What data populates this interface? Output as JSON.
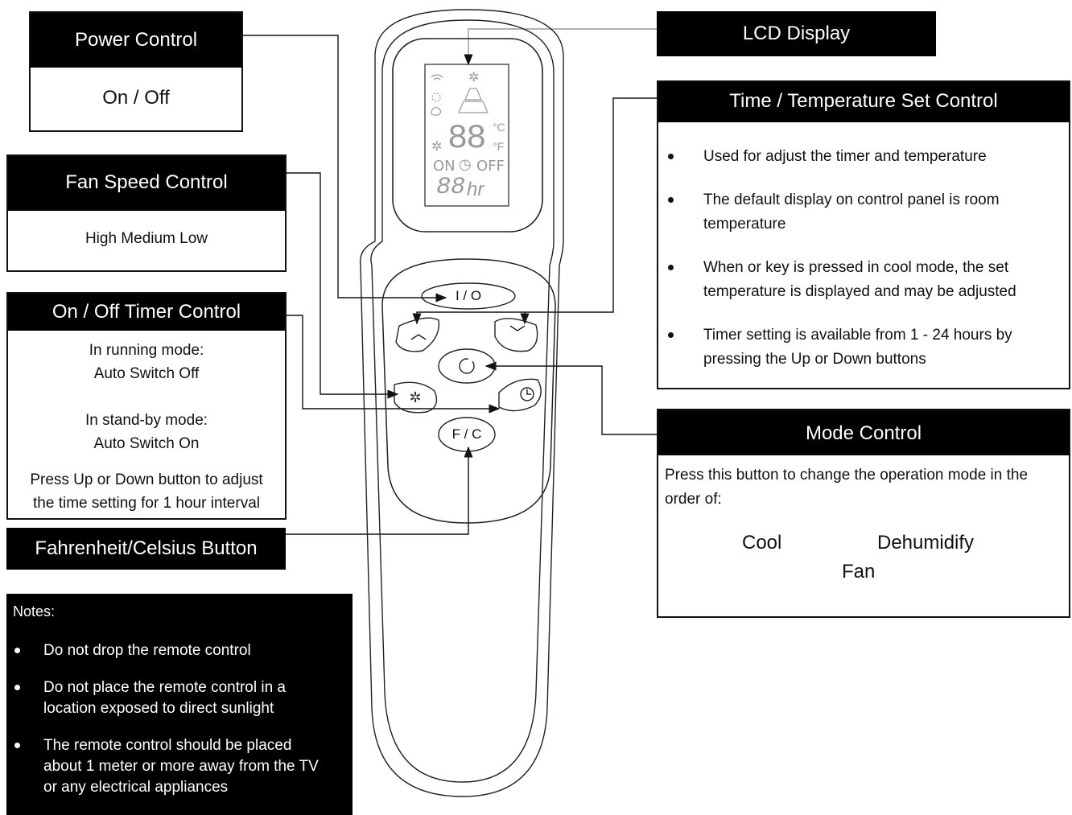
{
  "power": {
    "title": "Power Control",
    "body": "On / Off"
  },
  "fan_speed": {
    "title": "Fan Speed Control",
    "body": "High Medium Low"
  },
  "timer": {
    "title": "On / Off Timer Control",
    "running_label": "In running mode:",
    "running_value": "Auto Switch Off",
    "standby_label": "In stand-by mode:",
    "standby_value": "Auto Switch On",
    "note_line1": "Press Up or Down button to adjust",
    "note_line2": "the time setting for 1 hour interval"
  },
  "fc_button": {
    "title": "Fahrenheit/Celsius Button"
  },
  "notes": {
    "title": "Notes:",
    "items": [
      "Do not drop the remote control",
      "Do not place the remote control in a location exposed to direct sunlight",
      "The remote control should be placed about 1 meter or more away from the TV or any electrical appliances"
    ]
  },
  "lcd": {
    "title": "LCD Display",
    "digits_top": "88",
    "unit_c": "°C",
    "unit_f": "°F",
    "on_label": "ON",
    "off_label": "OFF",
    "digits_bottom": "88",
    "hr_label": "hr"
  },
  "time_temp": {
    "title": "Time / Temperature Set Control",
    "items": [
      "Used for adjust the timer and temperature",
      "The default display on control panel is room temperature",
      "When or key is pressed in cool mode, the set temperature is displayed and may be adjusted",
      "Timer setting is available from 1 - 24 hours by pressing the Up or Down buttons"
    ]
  },
  "mode": {
    "title": "Mode Control",
    "desc": "Press this button to change the operation mode in the order of:",
    "cycle": [
      "Cool",
      "Dehumidify",
      "Fan"
    ]
  },
  "remote": {
    "power_label": "I / O",
    "fc_label": "F / C"
  }
}
